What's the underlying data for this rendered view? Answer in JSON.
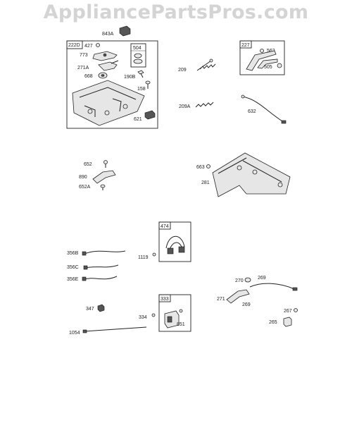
{
  "watermark": "AppliancePartsPros.com",
  "labels": {
    "p843A": "843A",
    "p222D": "222D",
    "p427": "427",
    "p504": "504",
    "p773": "773",
    "p271A": "271A",
    "p668": "668",
    "p190B": "190B",
    "p158": "158",
    "p621": "621",
    "p227": "227",
    "p562": "562",
    "p505": "505",
    "p209": "209",
    "p209A": "209A",
    "p632": "632",
    "p652": "652",
    "p890": "890",
    "p652A": "652A",
    "p663": "663",
    "p281": "281",
    "p474": "474",
    "p1119": "1119",
    "p356B": "356B",
    "p356C": "356C",
    "p356E": "356E",
    "p270": "270",
    "p269a": "269",
    "p271": "271",
    "p269b": "269",
    "p347": "347",
    "p333": "333",
    "p334": "334",
    "p851": "851",
    "p267": "267",
    "p265": "265",
    "p1054": "1054"
  }
}
